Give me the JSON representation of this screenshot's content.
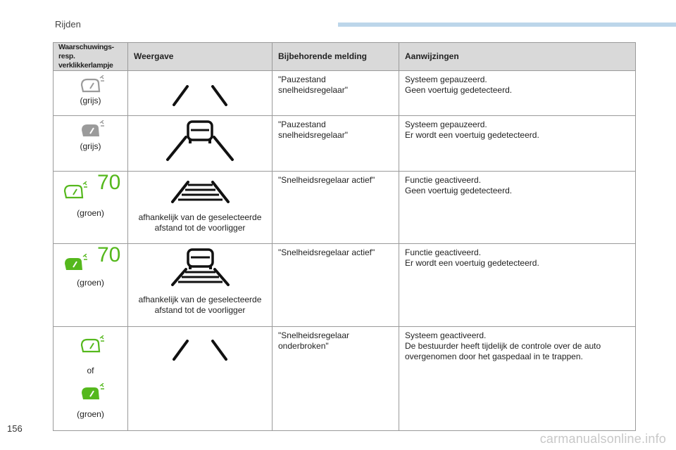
{
  "header": {
    "section_title": "Rijden",
    "accent_color": "#bcd6ea"
  },
  "page_number": "156",
  "watermark": "carmanualsonline.info",
  "table": {
    "headers": {
      "lamp_line1": "Waarschuwings-",
      "lamp_line2": "resp. verklikkerlampje",
      "display": "Weergave",
      "message": "Bijbehorende melding",
      "notes": "Aanwijzingen"
    },
    "rows": [
      {
        "lamp_label": "(grijs)",
        "lamp_color": "#9b9b9b",
        "message_line1": "\"Pauzestand",
        "message_line2": "snelheidsregelaar\"",
        "note_line1": "Systeem gepauzeerd.",
        "note_line2": "Geen voertuig gedetecteerd."
      },
      {
        "lamp_label": "(grijs)",
        "lamp_color": "#9b9b9b",
        "message_line1": "\"Pauzestand",
        "message_line2": "snelheidsregelaar\"",
        "note_line1": "Systeem gepauzeerd.",
        "note_line2": "Er wordt een voertuig gedetecteerd."
      },
      {
        "lamp_label": "(groen)",
        "lamp_color": "#55b81d",
        "speed": "70",
        "display_caption_line1": "afhankelijk van de geselecteerde",
        "display_caption_line2": "afstand tot de voorligger",
        "message_line1": "\"Snelheidsregelaar actief\"",
        "note_line1": "Functie geactiveerd.",
        "note_line2": "Geen voertuig gedetecteerd."
      },
      {
        "lamp_label": "(groen)",
        "lamp_color": "#55b81d",
        "speed": "70",
        "display_caption_line1": "afhankelijk van de geselecteerde",
        "display_caption_line2": "afstand tot de voorligger",
        "message_line1": "\"Snelheidsregelaar actief\"",
        "note_line1": "Functie geactiveerd.",
        "note_line2": "Er wordt een voertuig gedetecteerd."
      },
      {
        "lamp_or": "of",
        "lamp_label": "(groen)",
        "lamp_color": "#55b81d",
        "message_line1": "\"Snelheidsregelaar",
        "message_line2": "onderbroken\"",
        "note_line1": "Systeem geactiveerd.",
        "note_line2": "De bestuurder heeft tijdelijk de controle over de auto",
        "note_line3": "overgenomen door het gaspedaal in te trappen."
      }
    ]
  }
}
